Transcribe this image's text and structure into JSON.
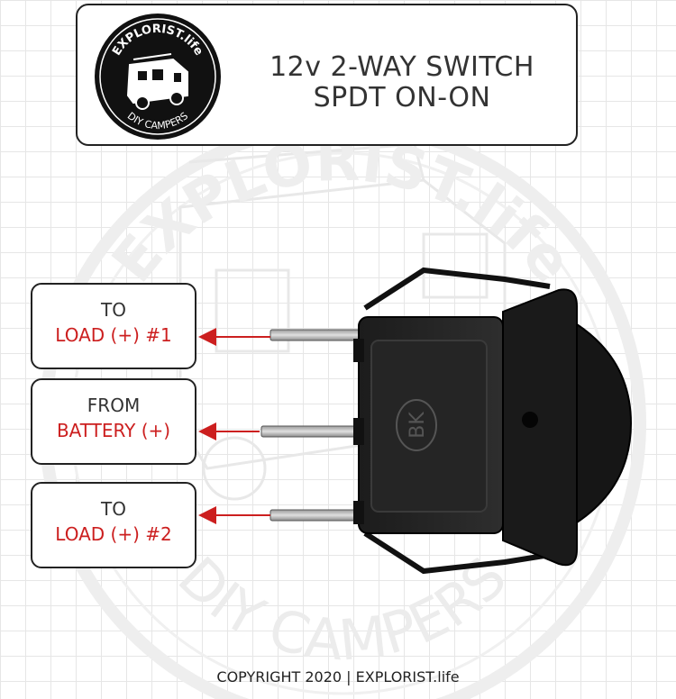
{
  "header": {
    "logo_brand": "EXPLORIST.life",
    "logo_tagline": "DIY CAMPERS",
    "title_line1": "12v 2-WAY SWITCH",
    "title_line2": "SPDT ON-ON"
  },
  "watermark": {
    "brand": "EXPLORIST.life",
    "tagline": "DIY CAMPERS"
  },
  "terminals": [
    {
      "direction": "TO",
      "name": "LOAD (+) #1"
    },
    {
      "direction": "FROM",
      "name": "BATTERY (+)"
    },
    {
      "direction": "TO",
      "name": "LOAD (+) #2"
    }
  ],
  "switch": {
    "body_marking": "BK"
  },
  "colors": {
    "accent_red": "#cc1f1f",
    "border": "#222222",
    "grid": "#e6e6e6"
  },
  "footer": {
    "copyright": "COPYRIGHT 2020 | EXPLORIST.life"
  }
}
